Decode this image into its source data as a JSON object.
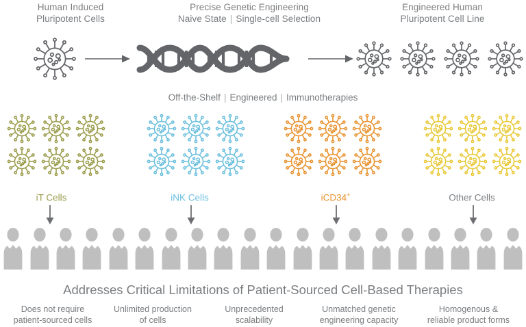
{
  "palette": {
    "gray_text": "#7a7d80",
    "icon_gray": "#636569",
    "people_gray": "#bfbfbf",
    "it_cells": "#9a9b4a",
    "ink_cells": "#6bbfdd",
    "icd34": "#e8922e",
    "other_cells": "#e8c835",
    "background": "#ffffff"
  },
  "top": {
    "left_heading": {
      "line1": "Human Induced",
      "line2": "Pluripotent Cells"
    },
    "center_heading": {
      "line1": "Precise Genetic Engineering",
      "line2_a": "Naive State",
      "line2_sep": "|",
      "line2_b": "Single-cell Selection"
    },
    "right_heading": {
      "line1": "Engineered Human",
      "line2": "Pluripotent Cell Line"
    },
    "arrow_1": "right-arrow",
    "arrow_2": "right-arrow",
    "single_cell_icon": "cell-icon",
    "dna_icon": "dna-helix-icon",
    "engineered_cell_count": 4
  },
  "mid_caption": {
    "a": "Off-the-Shelf",
    "sep1": "|",
    "b": "Engineered",
    "sep2": "|",
    "c": "Immunotherapies"
  },
  "cell_groups": [
    {
      "label": "iT Cells",
      "label_suffix": "",
      "color": "#9a9b4a",
      "label_color": "#9a9b4a",
      "count": 6,
      "x": 0
    },
    {
      "label": "iNK Cells",
      "label_suffix": "",
      "color": "#6bbfdd",
      "label_color": "#6bbfdd",
      "count": 6,
      "x": 1
    },
    {
      "label": "iCD34",
      "label_suffix": "+",
      "color": "#e8922e",
      "label_color": "#e8922e",
      "count": 6,
      "x": 2
    },
    {
      "label": "Other Cells",
      "label_suffix": "",
      "color": "#e8c835",
      "label_color": "#7a7d80",
      "count": 6,
      "x": 3
    }
  ],
  "down_arrows": 4,
  "people": {
    "count": 20,
    "icon": "person-icon",
    "color": "#bfbfbf"
  },
  "bottom": {
    "headline": "Addresses Critical Limitations of Patient-Sourced Cell-Based Therapies",
    "benefits": [
      {
        "line1": "Does not require",
        "line2": "patient-sourced cells"
      },
      {
        "line1": "Unlimited production",
        "line2": "of cells"
      },
      {
        "line1": "Unprecedented",
        "line2": "scalability"
      },
      {
        "line1": "Unmatched genetic",
        "line2": "engineering capacity"
      },
      {
        "line1": "Homogenous &",
        "line2": "reliable product forms"
      }
    ]
  }
}
